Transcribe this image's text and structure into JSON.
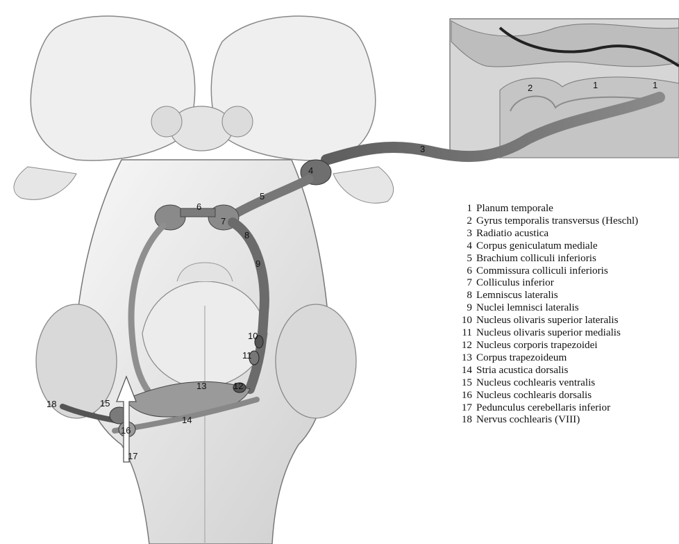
{
  "legend": [
    {
      "number": "1",
      "label": "Planum temporale"
    },
    {
      "number": "2",
      "label": "Gyrus temporalis transversus (Heschl)"
    },
    {
      "number": "3",
      "label": "Radiatio acustica"
    },
    {
      "number": "4",
      "label": "Corpus geniculatum mediale"
    },
    {
      "number": "5",
      "label": "Brachium colliculi inferioris"
    },
    {
      "number": "6",
      "label": "Commissura colliculi inferioris"
    },
    {
      "number": "7",
      "label": "Colliculus inferior"
    },
    {
      "number": "8",
      "label": "Lemniscus lateralis"
    },
    {
      "number": "9",
      "label": "Nuclei lemnisci lateralis"
    },
    {
      "number": "10",
      "label": "Nucleus olivaris superior lateralis"
    },
    {
      "number": "11",
      "label": "Nucleus olivaris superior medialis"
    },
    {
      "number": "12",
      "label": "Nucleus corporis trapezoidei"
    },
    {
      "number": "13",
      "label": "Corpus trapezoideum"
    },
    {
      "number": "14",
      "label": "Stria acustica dorsalis"
    },
    {
      "number": "15",
      "label": "Nucleus cochlearis ventralis"
    },
    {
      "number": "16",
      "label": "Nucleus cochlearis dorsalis"
    },
    {
      "number": "17",
      "label": "Pedunculus cerebellaris inferior"
    },
    {
      "number": "18",
      "label": "Nervus cochlearis (VIII)"
    }
  ],
  "markers": {
    "m1a": "1",
    "m1b": "1",
    "m2": "2",
    "m3": "3",
    "m4": "4",
    "m5": "5",
    "m6": "6",
    "m7": "7",
    "m8": "8",
    "m9": "9",
    "m10": "10",
    "m11": "11",
    "m12": "12",
    "m13": "13",
    "m14": "14",
    "m15": "15",
    "m16": "16",
    "m17": "17",
    "m18": "18"
  }
}
